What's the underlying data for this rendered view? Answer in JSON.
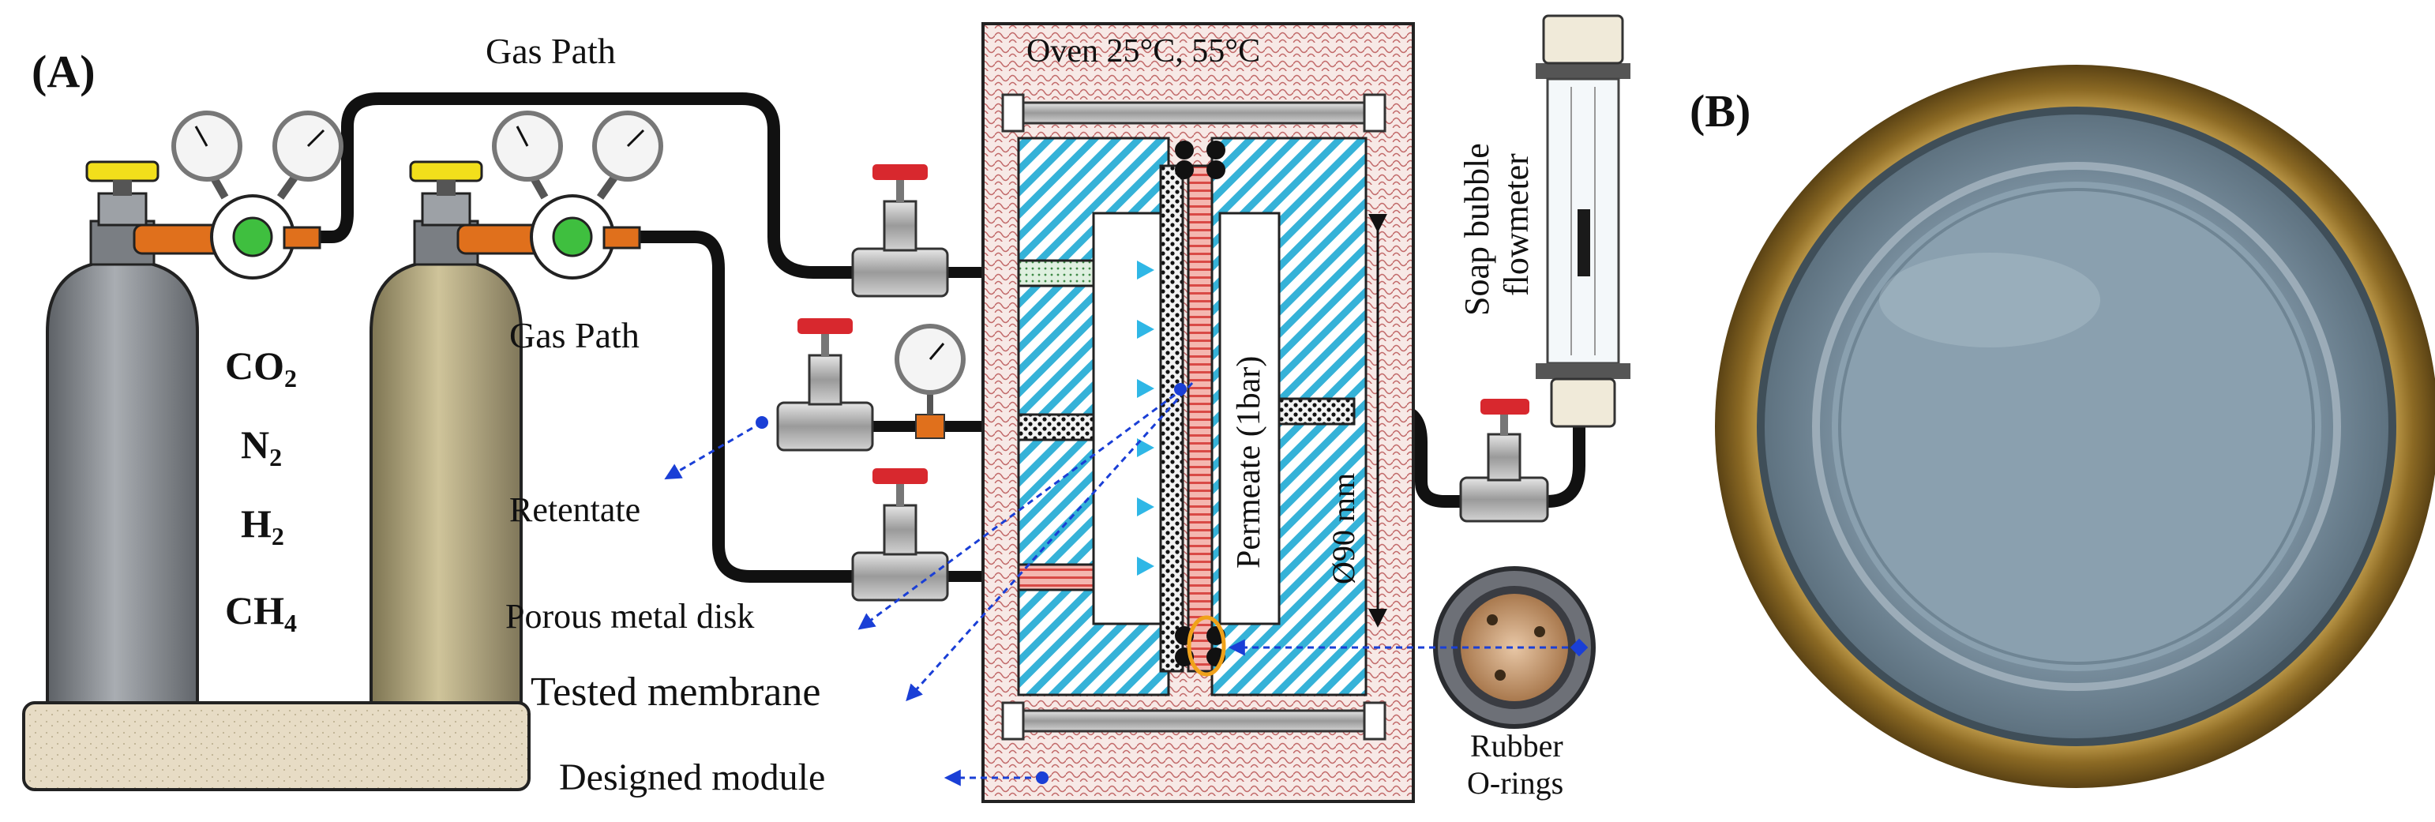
{
  "panel_a": {
    "tag": "(A)",
    "gas_path_top": "Gas Path",
    "gas_path_mid": "Gas Path",
    "gases": [
      "CO",
      "N",
      "H",
      "CH"
    ],
    "gas_subs": [
      "2",
      "2",
      "2",
      "4"
    ],
    "oven": "Oven 25°C, 55°C",
    "flowmeter_line1": "Soap bubble",
    "flowmeter_line2": "flowmeter",
    "permeate": "Permeate (1bar)",
    "diameter": "Ø90 mm",
    "retentate": "Retentate",
    "porous_disk": "Porous metal disk",
    "tested_membrane": "Tested membrane",
    "designed_module": "Designed module",
    "orings_line1": "Rubber",
    "orings_line2": "O-rings"
  },
  "panel_b": {
    "tag": "(B)"
  },
  "colors": {
    "pipe": "#111111",
    "valve_handle": "#d8282e",
    "cylinder_left": "#8a8e93",
    "cylinder_right": "#b8ad86",
    "regulator_fitting": "#e0701c",
    "regulator_disk": "#3fbf3f",
    "oven_hatch": "#c26a6a",
    "module_hatch": "#3ab3d6",
    "membrane": "#e05050",
    "arrow_blue": "#1a3fd6",
    "brass": "#b08a3a"
  }
}
